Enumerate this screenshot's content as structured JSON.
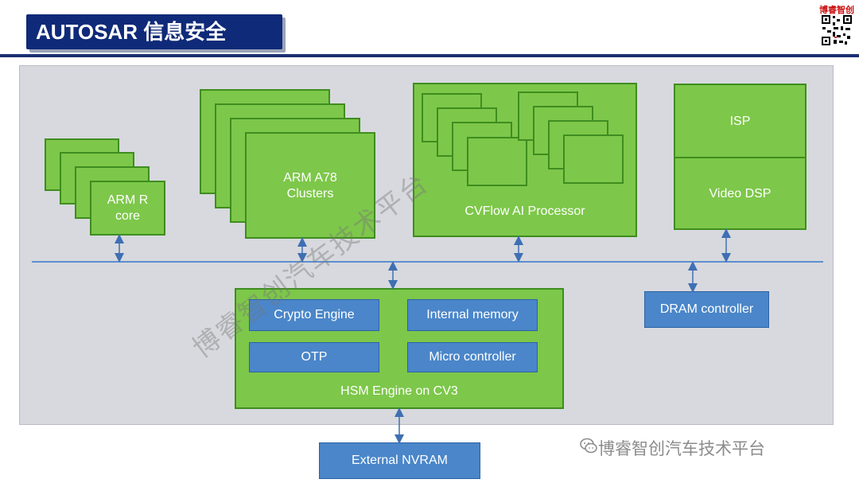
{
  "header": {
    "title": "AUTOSAR 信息安全",
    "brand_text": "博睿智创"
  },
  "diagram": {
    "arm_r": "ARM R\ncore",
    "arm_a78": "ARM A78\nClusters",
    "cvflow": "CVFlow AI Processor",
    "isp": "ISP",
    "video_dsp": "Video DSP",
    "dram": "DRAM controller",
    "hsm": {
      "label": "HSM Engine on CV3",
      "crypto": "Crypto Engine",
      "internal_memory": "Internal memory",
      "otp": "OTP",
      "micro_controller": "Micro controller"
    },
    "nvram": "External NVRAM"
  },
  "watermark": {
    "diagonal": "博睿智创汽车技术平台",
    "footer": "博睿智创汽车技术平台"
  },
  "colors": {
    "title_bg": "#0f2a78",
    "green_fill": "#7dc74a",
    "green_border": "#3f8d1f",
    "blue_fill": "#4a86c9",
    "panel_bg": "#d7d9de",
    "bus": "#5b8fd0"
  }
}
